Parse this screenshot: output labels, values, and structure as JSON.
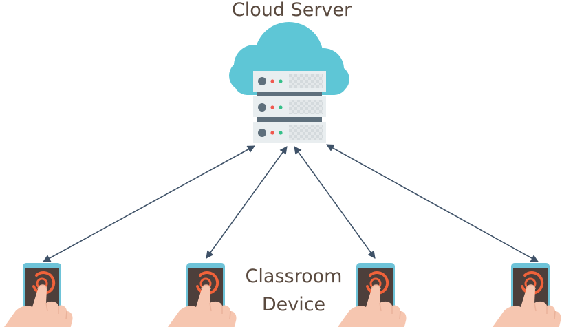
{
  "server": {
    "title": "Cloud Server"
  },
  "devices": {
    "label_line1": "Classroom",
    "label_line2": "Device",
    "items": [
      {
        "id": "device-1"
      },
      {
        "id": "device-2"
      },
      {
        "id": "device-3"
      },
      {
        "id": "device-4"
      }
    ]
  },
  "colors": {
    "cloud": "#5ec6d6",
    "rack": "#e9eef0",
    "rack_gap": "#5e6f7c",
    "phone_body": "#4d3f3b",
    "phone_frame": "#6ec3d8",
    "ring": "#f0623a",
    "hand": "#f6c6b0",
    "arrow": "#3f5268",
    "led_red": "#f0584f",
    "led_green": "#34c089",
    "text": "#5a4a3f"
  }
}
